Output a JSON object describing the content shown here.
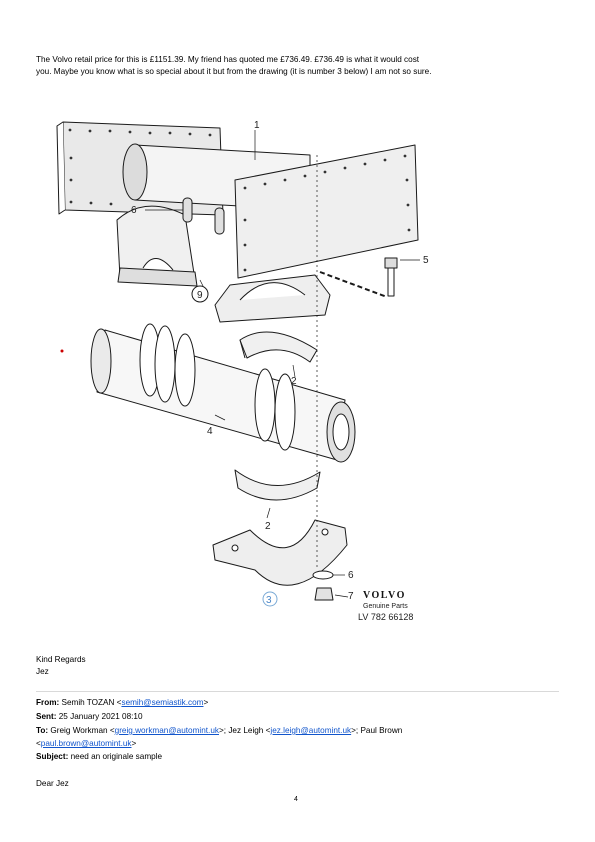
{
  "intro": {
    "line1": "The Volvo retail price for this is £1151.39.  My friend has quoted me £736.49.  £736.49 is what it would cost",
    "line2": "you.  Maybe you know what is so special about it but from the drawing (it is number 3 below) I am not so sure."
  },
  "drawing": {
    "labels": [
      "1",
      "5",
      "6",
      "9",
      "2",
      "4",
      "2",
      "3",
      "6",
      "7"
    ],
    "brand": "VOLVO",
    "brand_sub": "Genuine Parts",
    "part_code": "LV 782 66128"
  },
  "closing": {
    "regards": "Kind Regards",
    "name": "Jez"
  },
  "email": {
    "from_label": "From:",
    "from_name": " Semih TOZAN <",
    "from_email": "semih@semiastik.com",
    "from_end": ">",
    "sent_label": "Sent:",
    "sent_value": " 25 January 2021 08:10",
    "to_label": "To:",
    "to_1": " Greig Workman <",
    "to_1_email": "greig.workman@automint.uk",
    "to_2": ">; Jez Leigh <",
    "to_2_email": "jez.leigh@automint.uk",
    "to_3": ">; Paul Brown",
    "to_4": "<",
    "to_4_email": "paul.brown@automint.uk",
    "to_5": ">",
    "subject_label": "Subject:",
    "subject_value": " need an originale sample",
    "greeting": "Dear Jez"
  },
  "page_number": "4"
}
